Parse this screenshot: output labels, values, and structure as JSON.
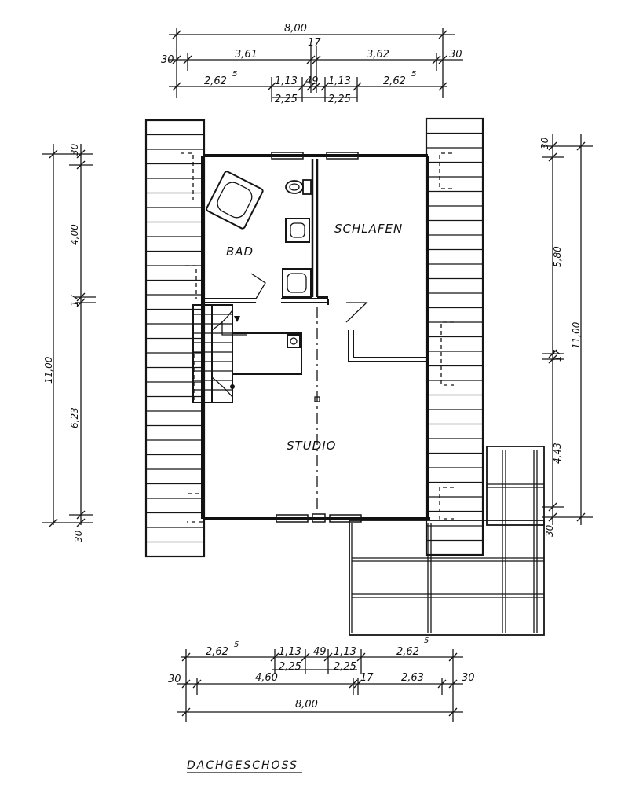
{
  "plan": {
    "title": "DACHGESCHOSS",
    "rooms": {
      "bad": "BAD",
      "schlafen": "SCHLAFEN",
      "studio": "STUDIO"
    },
    "dims_top": {
      "overall": "8,00",
      "mid": "17",
      "left_edge": "30",
      "left_half": "3,61",
      "right_half": "3,62",
      "right_edge": "30",
      "seg1": "2,62",
      "seg1_sup": "5",
      "seg2": "1,13",
      "seg3": "49",
      "seg4": "1,13",
      "seg5": "2,62",
      "seg5_sup": "5",
      "sub_left": "2,25",
      "sub_right": "2,25"
    },
    "dims_bottom": {
      "seg1": "2,62",
      "seg1_sup": "5",
      "seg2": "1,13",
      "seg3": "49",
      "seg4": "1,13",
      "seg5": "2,62",
      "seg5_sup": "5",
      "sub_left": "2,25",
      "sub_right": "2,25",
      "left_edge": "30",
      "left_half": "4,60",
      "mid": "17",
      "right_half": "2,63",
      "right_edge": "30",
      "overall": "8,00"
    },
    "dims_left": {
      "top_edge": "30",
      "upper": "4,00",
      "mid": "17",
      "lower": "6,23",
      "bottom_edge": "30",
      "overall": "11,00"
    },
    "dims_right": {
      "top_edge": "30",
      "upper": "5,80",
      "mid": "17",
      "lower": "4,43",
      "bottom_edge": "30",
      "overall": "11,00"
    }
  }
}
